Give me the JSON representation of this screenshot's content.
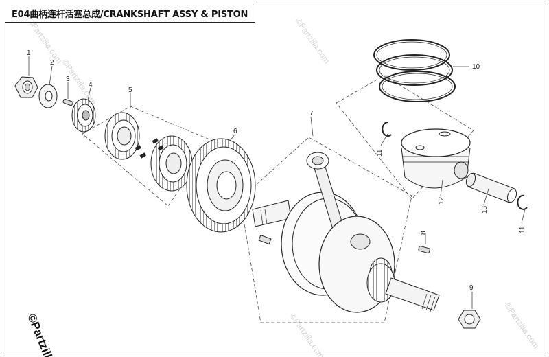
{
  "title": "E04曲柄连杆活塞总成/CRANKSHAFT ASSY & PISTON",
  "watermark": "©Partzilla.com",
  "watermark_corner": "©Partzilla",
  "callouts": [
    "1",
    "2",
    "3",
    "4",
    "5",
    "6",
    "7",
    "8",
    "9",
    "10",
    "11",
    "12",
    "13",
    "11"
  ]
}
